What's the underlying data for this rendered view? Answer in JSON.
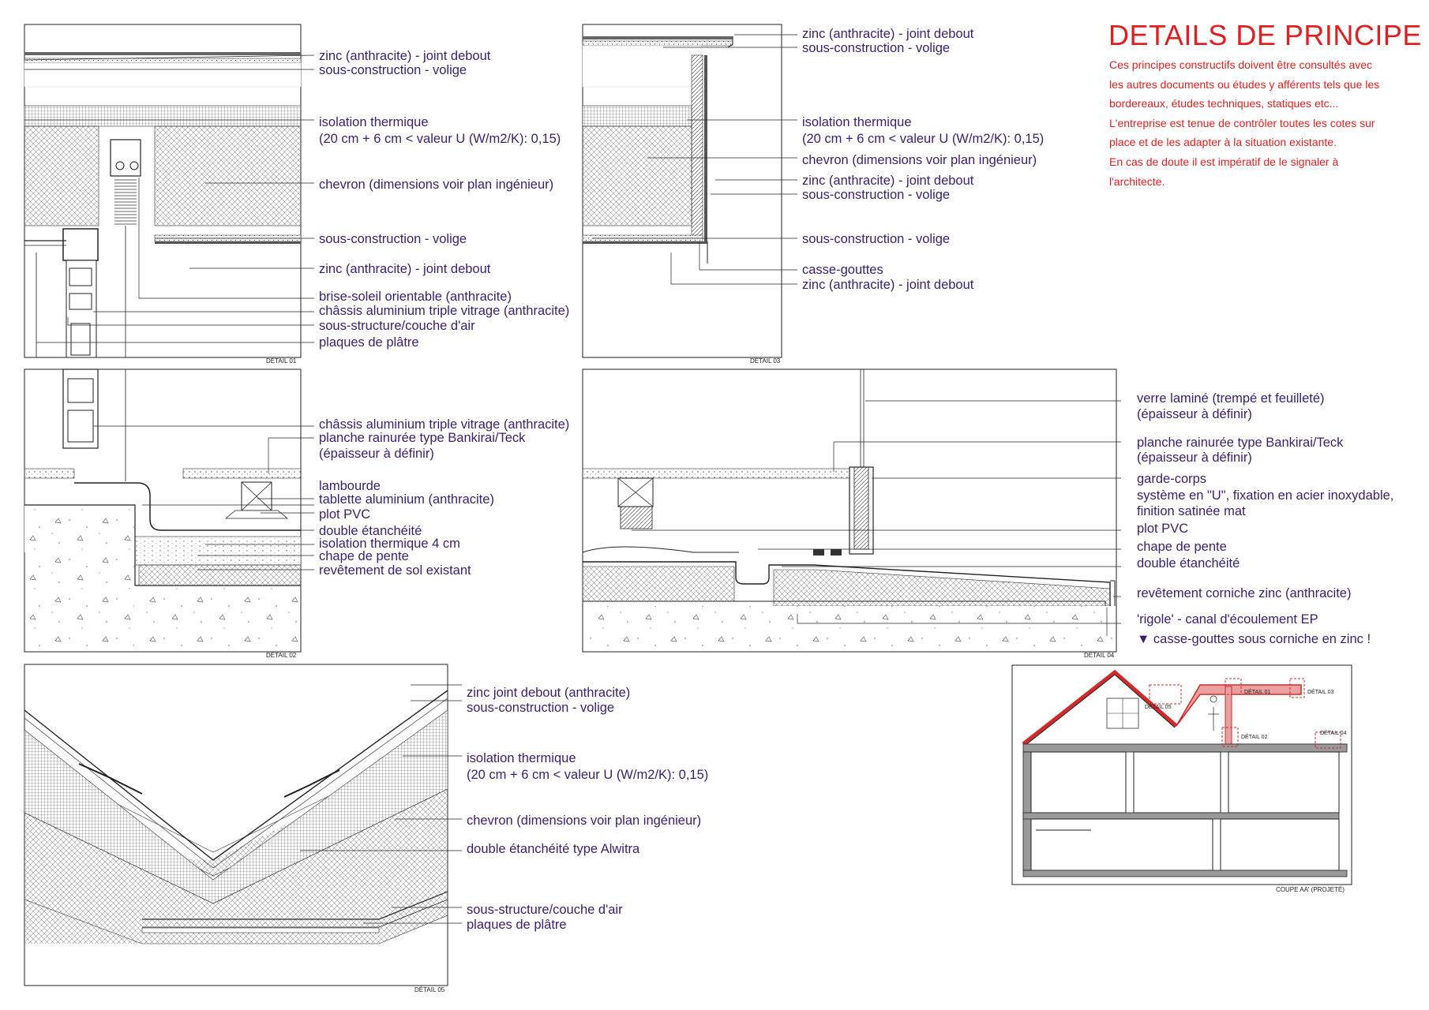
{
  "title": "DETAILS DE PRINCIPE",
  "note_lines": [
    "Ces principes constructifs doivent être consultés avec",
    "les autres documents ou études y afférents tels que les",
    "bordereaux, études techniques, statiques etc...",
    "L'entreprise est tenue de contrôler toutes les cotes sur",
    "place et de les adapter à la situation existante.",
    "En cas de doute il est impératif de le signaler à",
    "l'architecte."
  ],
  "details": {
    "d01": {
      "caption": "DÉTAIL 01",
      "labels": [
        "zinc (anthracite) - joint debout",
        "sous-construction - volige",
        "isolation thermique",
        "(20 cm + 6 cm < valeur U (W/m2/K): 0,15)",
        "chevron  (dimensions voir plan ingénieur)",
        "sous-construction - volige",
        "zinc (anthracite) - joint debout",
        "brise-soleil orientable (anthracite)",
        "châssis aluminium triple vitrage (anthracite)",
        "sous-structure/couche d'air",
        "plaques de plâtre"
      ]
    },
    "d03": {
      "caption": "DÉTAIL 03",
      "labels": [
        "zinc (anthracite) - joint debout",
        "sous-construction - volige",
        "isolation thermique",
        "(20 cm + 6 cm < valeur U (W/m2/K): 0,15)",
        "chevron  (dimensions voir plan ingénieur)",
        "zinc (anthracite) - joint debout",
        "sous-construction - volige",
        "sous-construction - volige",
        "casse-gouttes",
        "zinc (anthracite) - joint debout"
      ]
    },
    "d02": {
      "caption": "DÉTAIL 02",
      "labels": [
        "châssis aluminium triple vitrage (anthracite)",
        "planche rainurée type Bankirai/Teck",
        "(épaisseur à définir)",
        "lambourde",
        "tablette aluminium (anthracite)",
        "plot PVC",
        "double étanchéité",
        "isolation thermique 4 cm",
        "chape de pente",
        "revêtement de sol existant"
      ]
    },
    "d04": {
      "caption": "DÉTAIL 04",
      "labels": [
        "verre laminé (trempé et feuilleté)",
        "(épaisseur à définir)",
        "planche rainurée type Bankirai/Teck",
        "(épaisseur à définir)",
        "garde-corps",
        "système en \"U\", fixation en acier inoxydable,",
        "finition satinée mat",
        "plot PVC",
        "chape de pente",
        "double étanchéité",
        "revêtement corniche zinc (anthracite)",
        "'rigole' - canal d'écoulement EP",
        "▼ casse-gouttes sous corniche en zinc !"
      ]
    },
    "d05": {
      "caption": "DÉTAIL 05",
      "labels": [
        "zinc joint debout (anthracite)",
        "sous-construction - volige",
        "isolation thermique",
        "(20 cm + 6 cm < valeur U (W/m2/K): 0,15)",
        "chevron  (dimensions voir plan ingénieur)",
        "double étanchéité type Alwitra",
        "sous-structure/couche d'air",
        "plaques de plâtre"
      ]
    }
  },
  "section": {
    "caption": "COUPE AA' (PROJETÉ)",
    "tags": [
      "DÉTAIL 05",
      "DÉTAIL 01",
      "DÉTAIL 03",
      "DÉTAIL 02",
      "DÉTAIL 04"
    ]
  },
  "colors": {
    "label_text": "#3a1f6e",
    "title_red": "#e02020",
    "highlight_red": "#d22a2a",
    "highlight_fill": "#e8a0a0"
  }
}
